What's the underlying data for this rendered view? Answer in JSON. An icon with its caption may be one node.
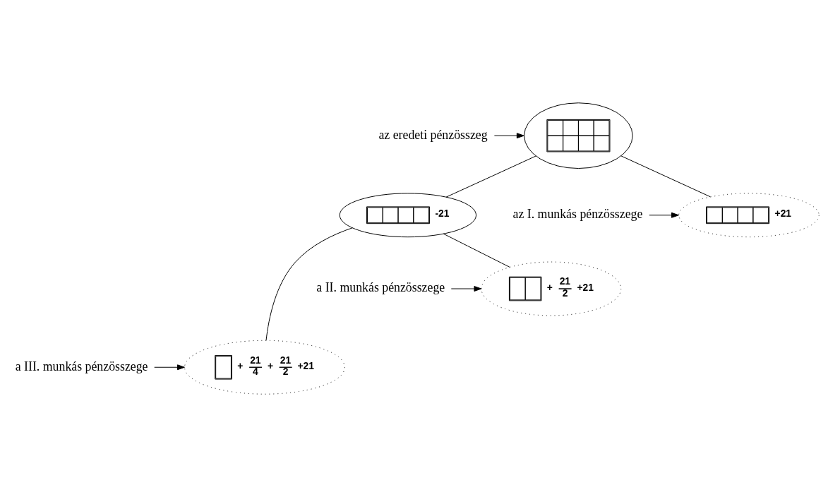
{
  "diagram": {
    "nodes": [
      {
        "text": [],
        "shape": "ellipse"
      },
      {
        "text": [
          "az eredeti pénzösszeg"
        ]
      },
      {
        "text": [
          "-21"
        ]
      },
      {
        "text": [
          "+21"
        ]
      },
      {
        "text": [
          "az I. munkás pénzösszege"
        ]
      },
      {
        "text": [
          "+",
          "21",
          "2",
          "+21"
        ]
      },
      {
        "text": [
          "a II. munkás pénzösszege"
        ]
      },
      {
        "text": [
          "+",
          "21",
          "4",
          "+",
          "21",
          "2",
          "+21"
        ]
      },
      {
        "text": [
          "a III. munkás pénzösszege"
        ]
      }
    ],
    "edges": [
      {
        "from": 0,
        "to": 2,
        "arrow": "none"
      },
      {
        "from": 0,
        "to": 3,
        "arrow": "none"
      },
      {
        "from": 2,
        "to": 5,
        "arrow": "none"
      },
      {
        "from": 2,
        "to": 7,
        "arrow": "none"
      },
      {
        "from": 1,
        "to": 0,
        "arrow": "to"
      },
      {
        "from": 4,
        "to": 3,
        "arrow": "to"
      },
      {
        "from": 6,
        "to": 5,
        "arrow": "to"
      },
      {
        "from": 8,
        "to": 7,
        "arrow": "to"
      }
    ]
  }
}
